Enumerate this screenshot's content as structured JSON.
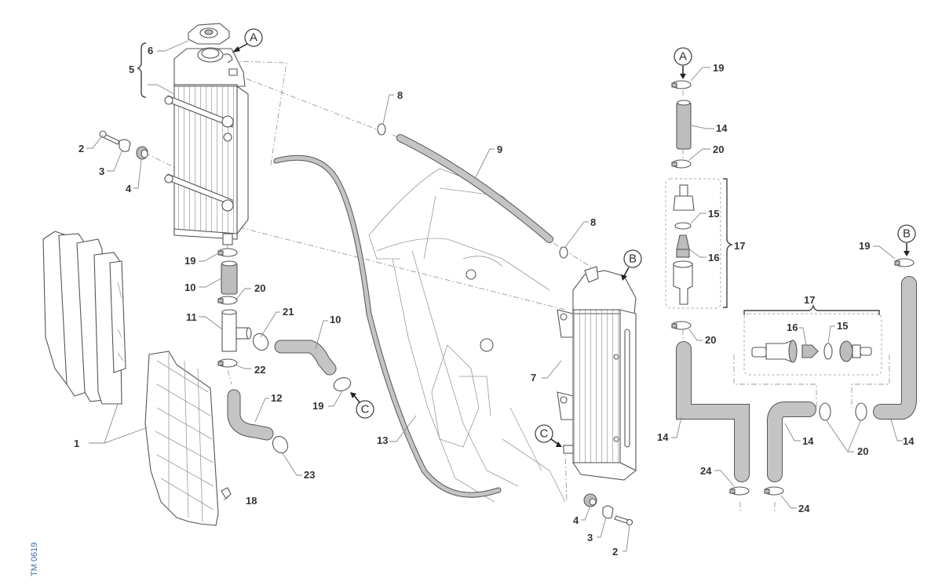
{
  "diagram": {
    "title": "Cooling system exploded view",
    "drawing_code": "TM 0619",
    "colors": {
      "line": "#555555",
      "hose_fill": "#c4c4c4",
      "label_text": "#333333",
      "drawing_code": "#3d6fb0"
    },
    "reference_markers": [
      "A",
      "B",
      "C"
    ],
    "callouts": [
      {
        "id": "c1",
        "label": "1"
      },
      {
        "id": "c2a",
        "label": "2"
      },
      {
        "id": "c3a",
        "label": "3"
      },
      {
        "id": "c4a",
        "label": "4"
      },
      {
        "id": "c5",
        "label": "5"
      },
      {
        "id": "c6",
        "label": "6"
      },
      {
        "id": "c7",
        "label": "7"
      },
      {
        "id": "c8a",
        "label": "8"
      },
      {
        "id": "c8b",
        "label": "8"
      },
      {
        "id": "c9",
        "label": "9"
      },
      {
        "id": "c10a",
        "label": "10"
      },
      {
        "id": "c10b",
        "label": "10"
      },
      {
        "id": "c11",
        "label": "11"
      },
      {
        "id": "c12",
        "label": "12"
      },
      {
        "id": "c13",
        "label": "13"
      },
      {
        "id": "c14a",
        "label": "14"
      },
      {
        "id": "c14b",
        "label": "14"
      },
      {
        "id": "c14c",
        "label": "14"
      },
      {
        "id": "c14d",
        "label": "14"
      },
      {
        "id": "c15a",
        "label": "15"
      },
      {
        "id": "c15b",
        "label": "15"
      },
      {
        "id": "c16a",
        "label": "16"
      },
      {
        "id": "c16b",
        "label": "16"
      },
      {
        "id": "c17a",
        "label": "17"
      },
      {
        "id": "c17b",
        "label": "17"
      },
      {
        "id": "c18",
        "label": "18"
      },
      {
        "id": "c19a",
        "label": "19"
      },
      {
        "id": "c19b",
        "label": "19"
      },
      {
        "id": "c19c",
        "label": "19"
      },
      {
        "id": "c19d",
        "label": "19"
      },
      {
        "id": "c20a",
        "label": "20"
      },
      {
        "id": "c20b",
        "label": "20"
      },
      {
        "id": "c20c",
        "label": "20"
      },
      {
        "id": "c20d",
        "label": "20"
      },
      {
        "id": "c21",
        "label": "21"
      },
      {
        "id": "c22",
        "label": "22"
      },
      {
        "id": "c23",
        "label": "23"
      },
      {
        "id": "c24a",
        "label": "24"
      },
      {
        "id": "c24b",
        "label": "24"
      },
      {
        "id": "c2b",
        "label": "2"
      },
      {
        "id": "c3b",
        "label": "3"
      },
      {
        "id": "c4b",
        "label": "4"
      }
    ],
    "markers": {
      "A_left": "A",
      "A_right": "A",
      "B_left": "B",
      "B_right": "B",
      "C_left": "C",
      "C_right": "C"
    }
  }
}
